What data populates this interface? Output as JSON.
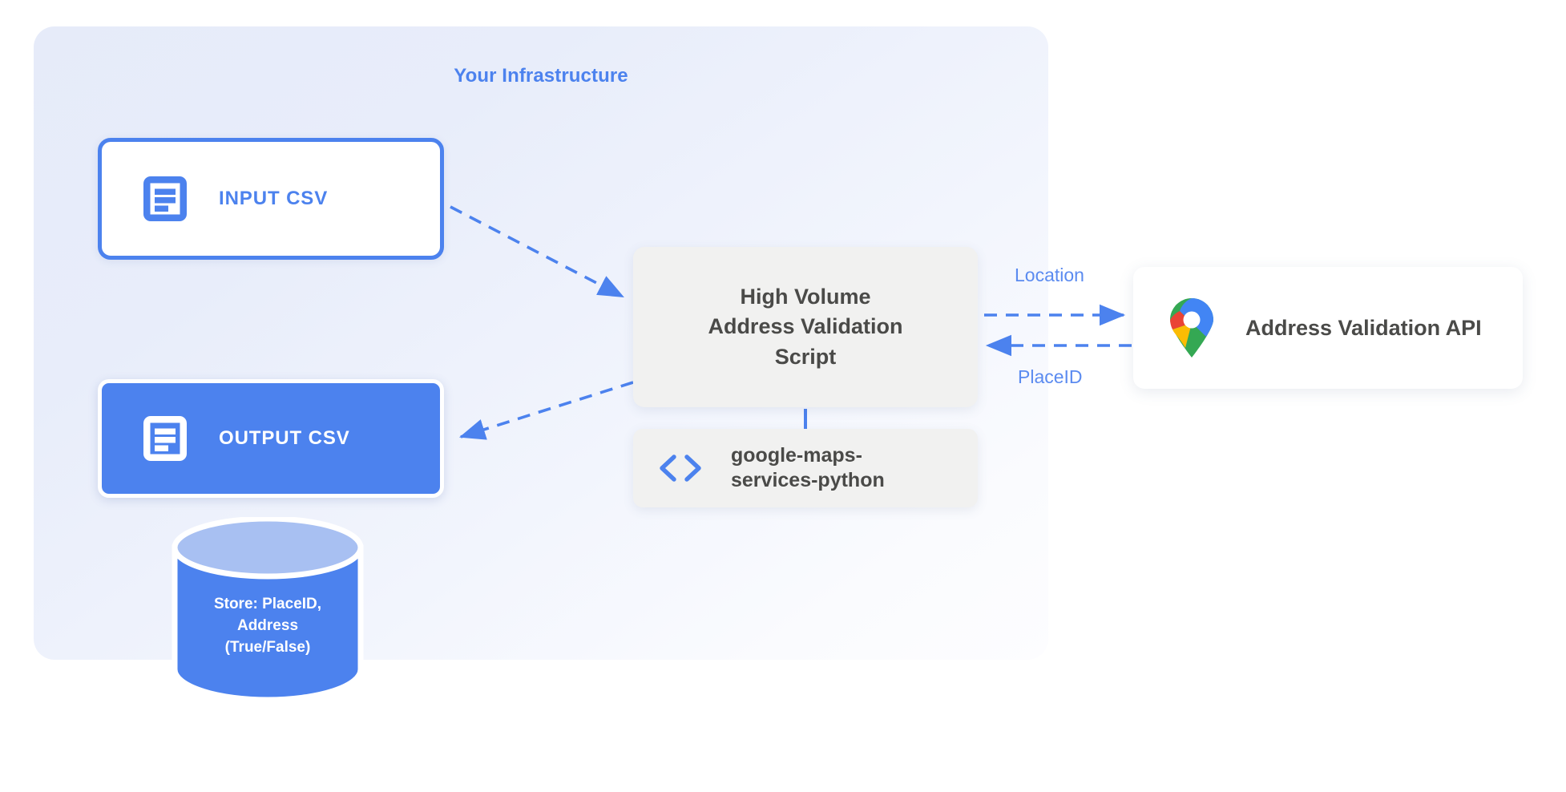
{
  "panel": {
    "title": "Your Infrastructure"
  },
  "nodes": {
    "input_csv": {
      "label": "INPUT CSV",
      "icon": "document-icon"
    },
    "output_csv": {
      "label": "OUTPUT CSV",
      "icon": "document-icon"
    },
    "script": {
      "line1": "High Volume",
      "line2": "Address Validation",
      "line3": "Script"
    },
    "library": {
      "line1": "google-maps-",
      "line2": "services-python",
      "icon": "code-brackets-icon"
    },
    "api": {
      "label": "Address Validation API",
      "icon": "google-maps-pin-icon"
    },
    "database": {
      "line1": "Store: PlaceID,",
      "line2": "Address",
      "line3": "(True/False)"
    }
  },
  "connectors": {
    "location_label": "Location",
    "placeid_label": "PlaceID"
  },
  "colors": {
    "brand_blue": "#4c82ee",
    "label_blue": "#5b8bf0",
    "panel_bg": "#e6ebf9",
    "card_grey": "#f1f1f0",
    "text_dark": "#4a4a48",
    "db_body": "#4c82ee",
    "db_top": "#a8c0f2",
    "pin_blue": "#4285f4",
    "pin_red": "#ea4335",
    "pin_yellow": "#fbbc04",
    "pin_green": "#34a853"
  }
}
